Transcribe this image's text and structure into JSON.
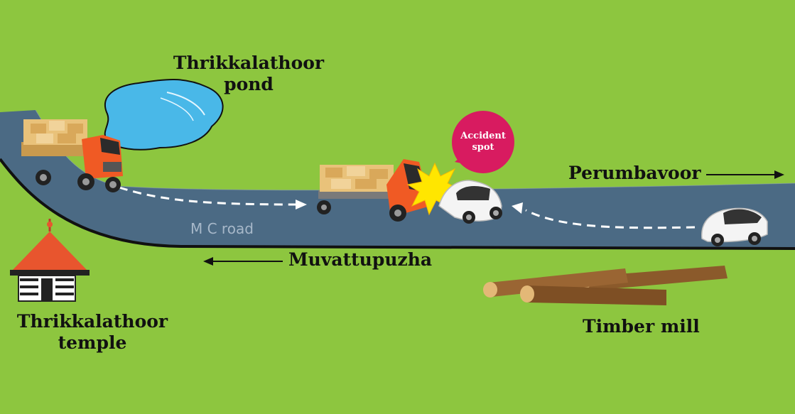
{
  "labels": {
    "pond": [
      "Thrikkalathoor",
      "pond"
    ],
    "temple": [
      "Thrikkalathoor",
      "temple"
    ],
    "perumbavoor": "Perumbavoor",
    "muvattupuzha": "Muvattupuzha",
    "timber_mill": "Timber mill",
    "road": "M C road",
    "accident_spot": [
      "Accident",
      "spot"
    ]
  },
  "directions": {
    "perumbavoor": "right",
    "muvattupuzha": "left"
  },
  "icons": {
    "pond": "pond-icon",
    "temple": "temple-icon",
    "timber_logs": "timber-logs-icon",
    "lorry": "lorry-icon",
    "car": "car-icon",
    "collision": "collision-burst-icon",
    "callout": "speech-bubble-icon"
  },
  "colors": {
    "background": "#8dc63f",
    "road": "#4b6a84",
    "road_edge": "#111111",
    "pond": "#49b8e8",
    "accident_bubble": "#d81b60",
    "truck_cab": "#f05a24",
    "truck_cargo": "#e9c27a",
    "collision": "#ffe600",
    "temple_roof": "#e8552e",
    "logs": "#8b5a2b"
  }
}
